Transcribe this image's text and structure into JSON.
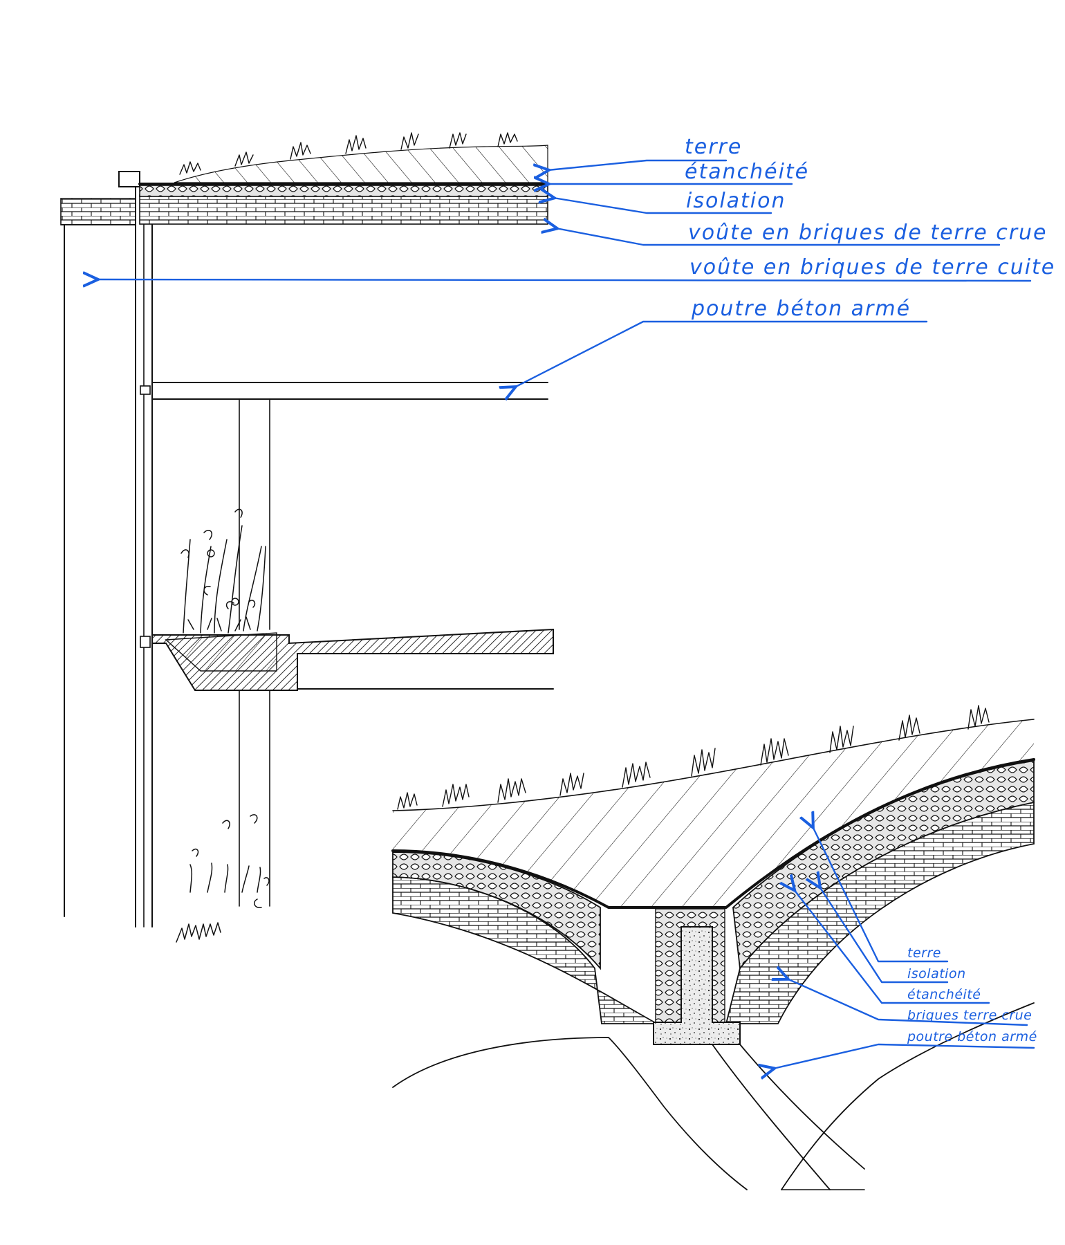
{
  "colors": {
    "ink": "#111111",
    "annotation": "#1a5fe0",
    "paper": "#ffffff"
  },
  "section_labels": [
    {
      "key": "terre",
      "text": "terre"
    },
    {
      "key": "etancheite",
      "text": "étanchéité"
    },
    {
      "key": "isolation",
      "text": "isolation"
    },
    {
      "key": "voute_crue",
      "text": "voûte en briques de terre crue"
    },
    {
      "key": "voute_cuite",
      "text": "voûte en briques de terre cuite"
    },
    {
      "key": "poutre",
      "text": "poutre béton armé"
    }
  ],
  "detail_labels": [
    {
      "key": "terre",
      "text": "terre"
    },
    {
      "key": "isolation",
      "text": "isolation"
    },
    {
      "key": "etancheite",
      "text": "étanchéité"
    },
    {
      "key": "briques_crue",
      "text": "briques terre crue"
    },
    {
      "key": "poutre",
      "text": "poutre béton armé"
    }
  ]
}
